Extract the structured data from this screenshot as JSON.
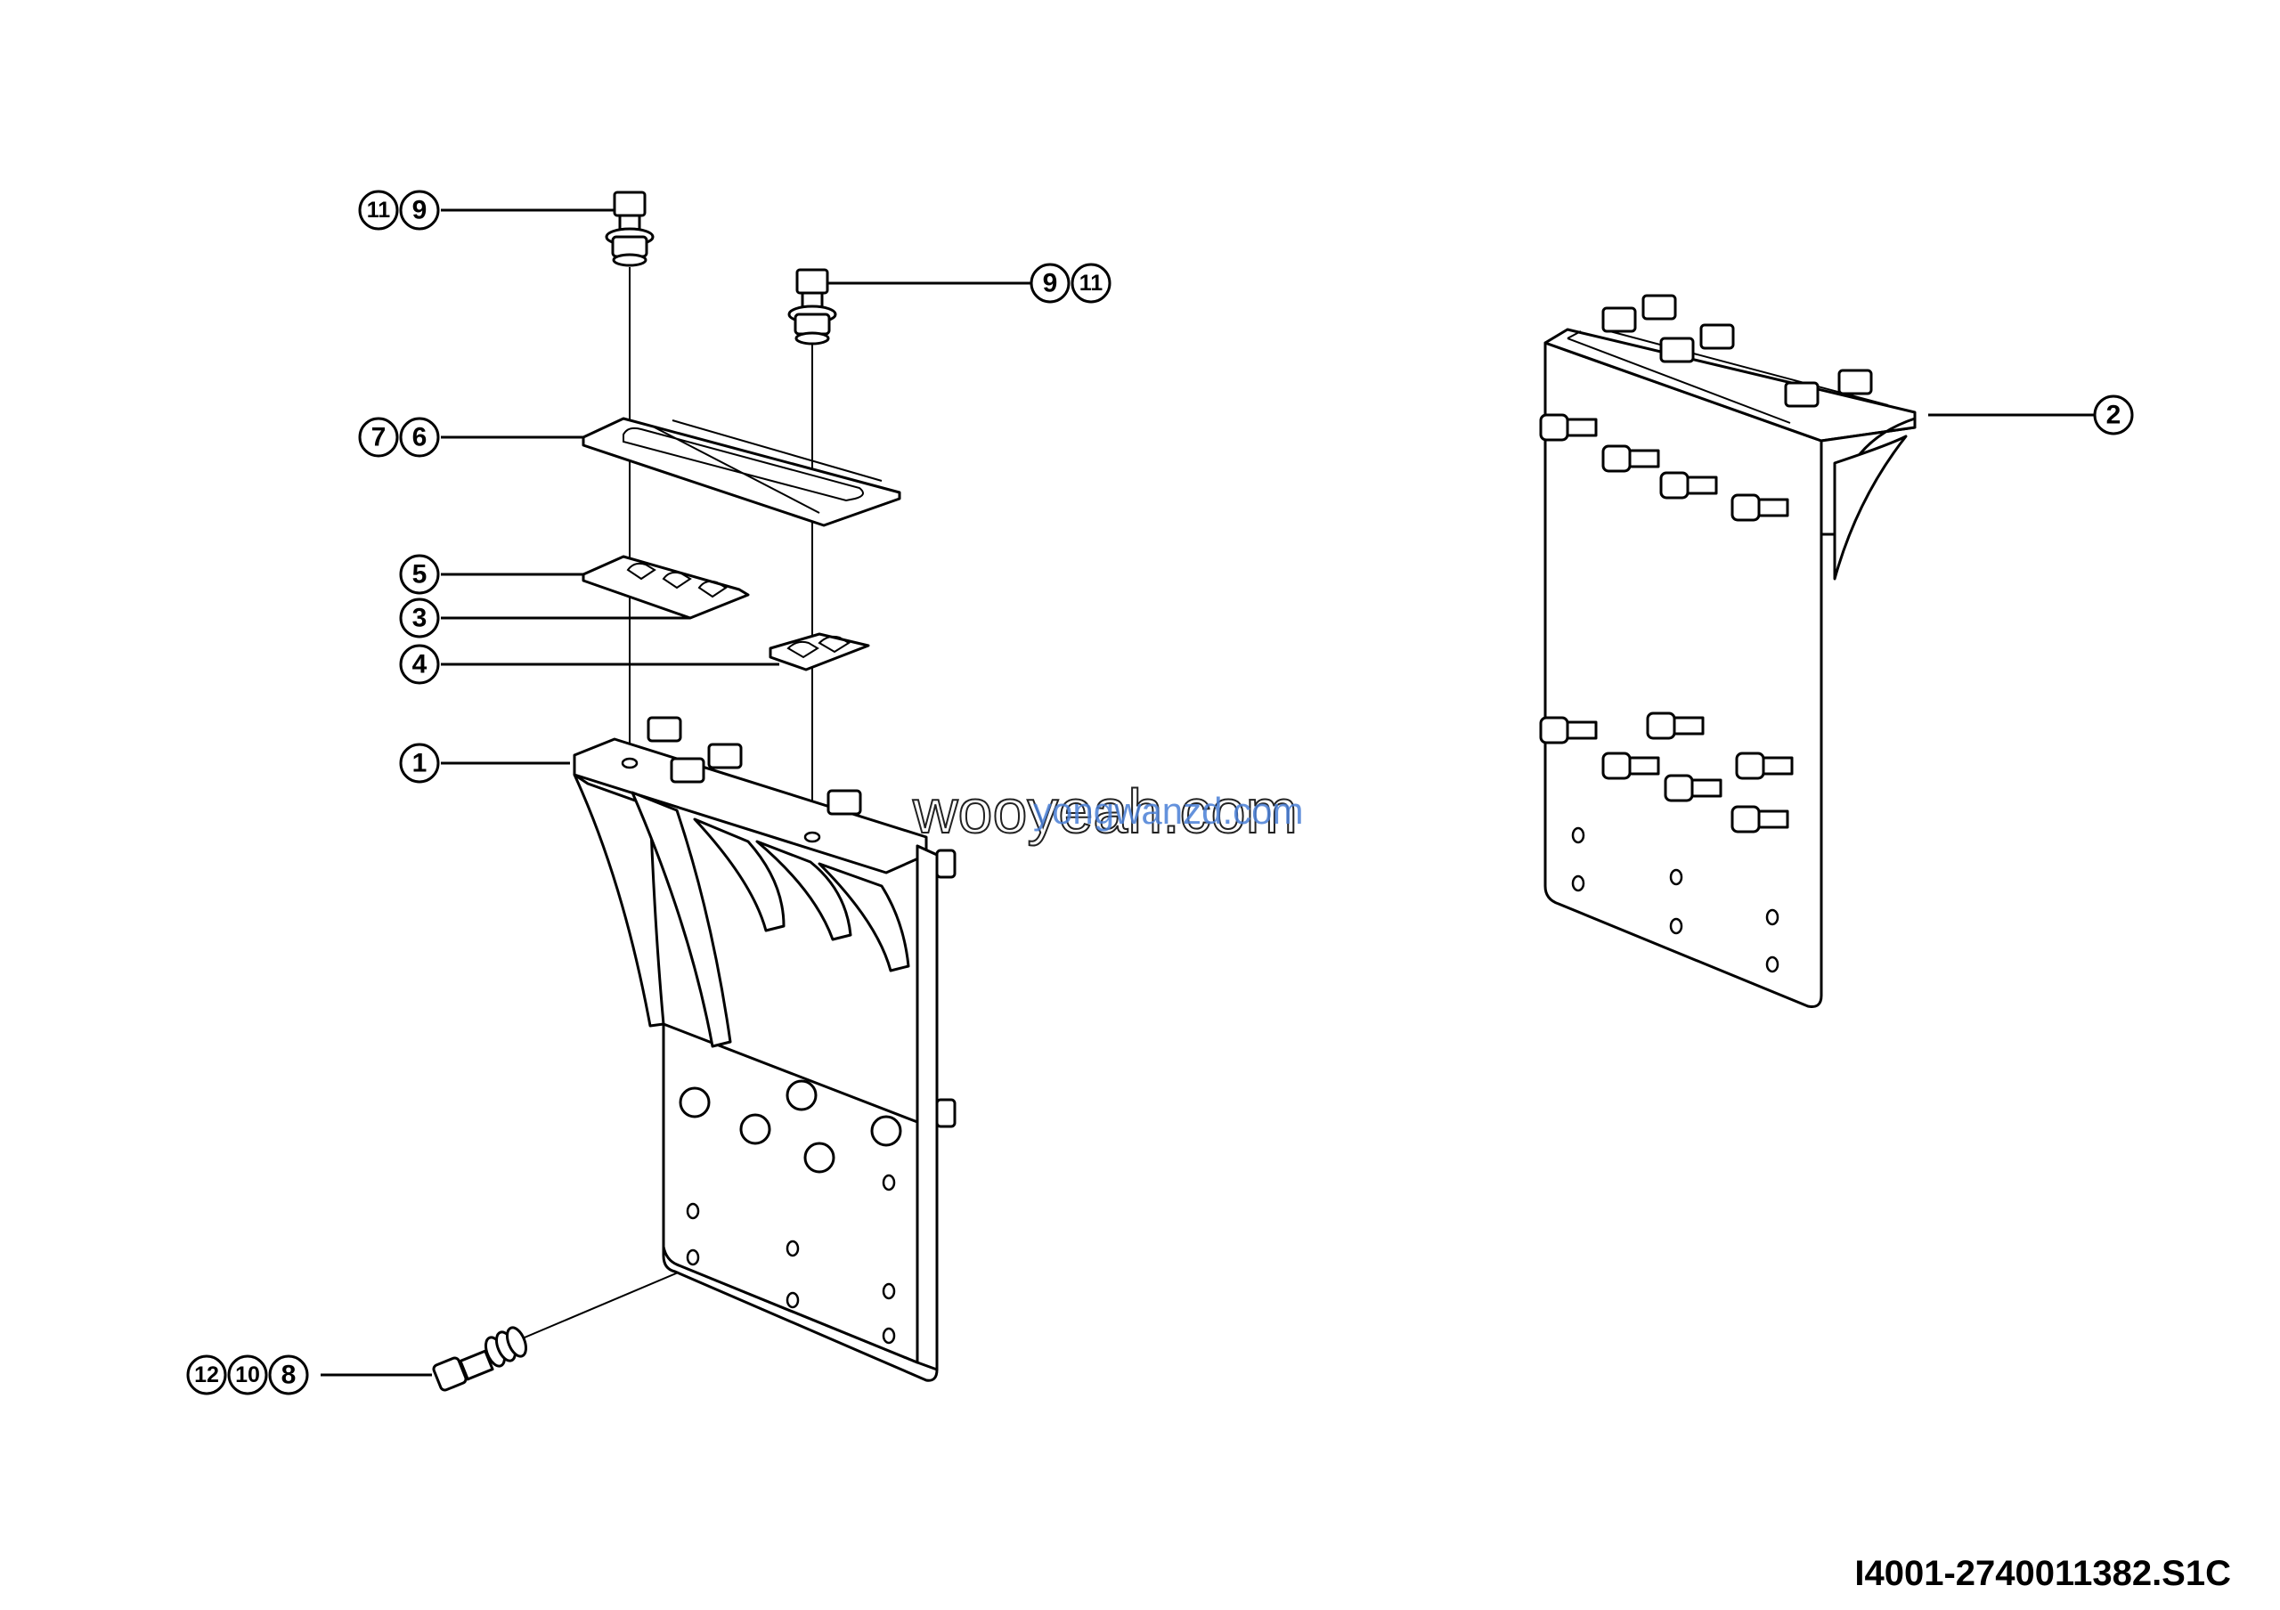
{
  "drawing_code": "I4001-2740011382.S1C",
  "watermark": {
    "main": "wooyeah.com",
    "overlay": "yongwanzd.com"
  },
  "callouts": {
    "top_left_bolt": [
      "11",
      "9"
    ],
    "top_right_bolt": [
      "9",
      "11"
    ],
    "plate": [
      "7",
      "6"
    ],
    "shim_5": [
      "5"
    ],
    "shim_3": [
      "3"
    ],
    "shim_4": [
      "4"
    ],
    "bracket_1": [
      "1"
    ],
    "bracket_2": [
      "2"
    ],
    "bottom_bolt": [
      "12",
      "10",
      "8"
    ]
  }
}
